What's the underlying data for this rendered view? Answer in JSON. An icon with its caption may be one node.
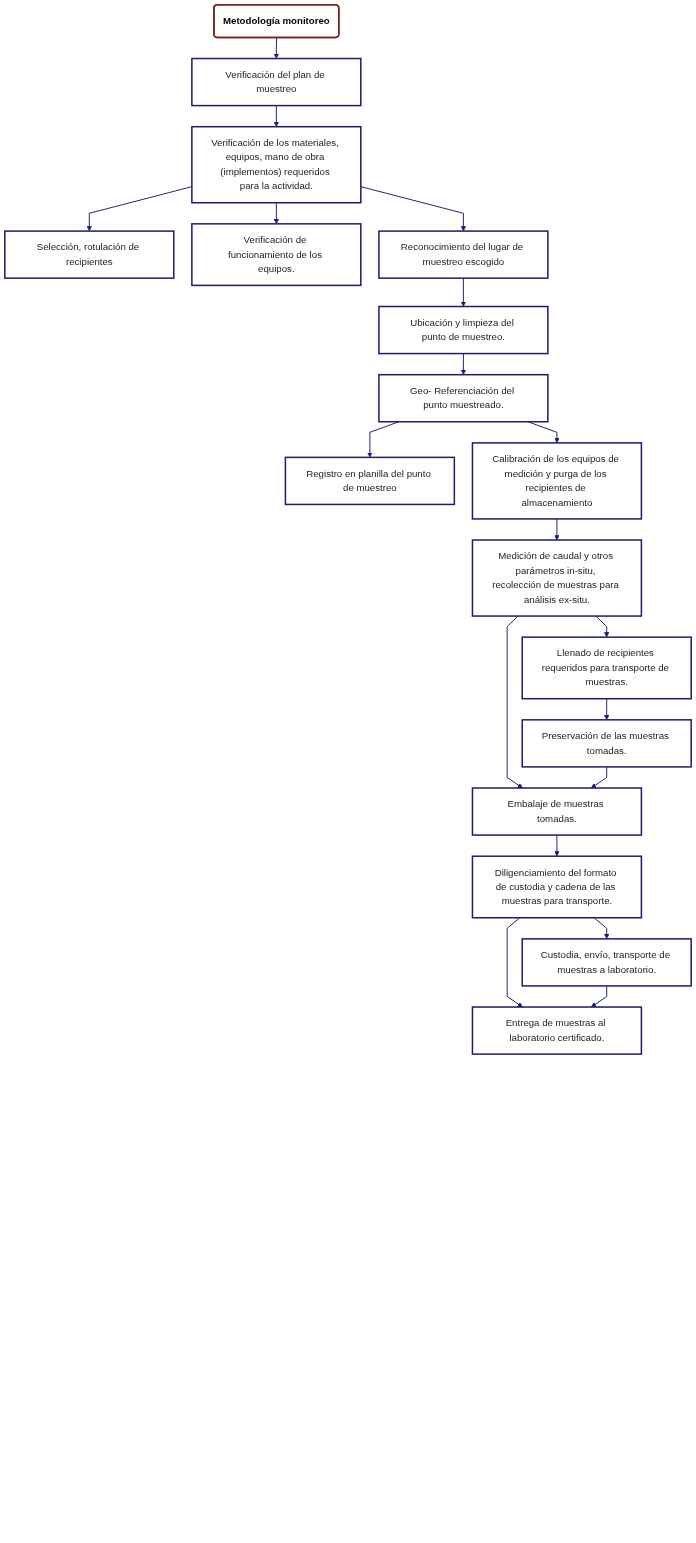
{
  "diagram": {
    "nodes": [
      {
        "text": [
          "Metodología monitoreo"
        ]
      },
      {
        "text": [
          "Verificación del plan de muestreo"
        ]
      },
      {
        "text": [
          "Selección, rotulación de recipientes"
        ]
      },
      {
        "text": [
          "Verificación de los materiales, equipos, mano de obra (implementos) requeridos para la actividad."
        ]
      },
      {
        "text": [
          "Verificación de funcionamiento de los equipos."
        ]
      },
      {
        "text": [
          "Reconocimiento del lugar de muestreo escogido"
        ]
      },
      {
        "text": [
          "Ubicación y limpieza del punto de muestreo."
        ]
      },
      {
        "text": [
          "Registro en planilla del punto de muestreo"
        ]
      },
      {
        "text": [
          "Geo- Referenciación del punto muestreado."
        ]
      },
      {
        "text": [
          "Calibración de los equipos de medición y purga de los recipientes de almacenamiento"
        ]
      },
      {
        "text": [
          "Llenado de recipientes requeridos para transporte de muestras."
        ]
      },
      {
        "text": [
          "Medición de caudal y otros parámetros in-situ, recolección de muestras para análisis ex-situ."
        ]
      },
      {
        "text": [
          "Preservación de las muestras tomadas."
        ]
      },
      {
        "text": [
          "Embalaje de muestras tomadas."
        ]
      },
      {
        "text": [
          "Custodia, envío, transporte de muestras a laboratorio."
        ]
      },
      {
        "text": [
          "Diligenciamiento del formato de custodia y cadena de las muestras para transporte."
        ]
      },
      {
        "text": [
          "Entrega de muestras al laboratorio certificado."
        ]
      }
    ],
    "edges": [
      {
        "from": 0,
        "to": 1,
        "arrow": "to"
      },
      {
        "from": 1,
        "to": 3,
        "arrow": "to"
      },
      {
        "from": 3,
        "to": 2,
        "arrow": "to"
      },
      {
        "from": 3,
        "to": 4,
        "arrow": "to"
      },
      {
        "from": 3,
        "to": 5,
        "arrow": "to"
      },
      {
        "from": 5,
        "to": 6,
        "arrow": "to"
      },
      {
        "from": 6,
        "to": 8,
        "arrow": "to"
      },
      {
        "from": 8,
        "to": 7,
        "arrow": "to"
      },
      {
        "from": 8,
        "to": 9,
        "arrow": "to"
      },
      {
        "from": 9,
        "to": 11,
        "arrow": "to"
      },
      {
        "from": 11,
        "to": 10,
        "arrow": "to"
      },
      {
        "from": 10,
        "to": 12,
        "arrow": "to"
      },
      {
        "from": 11,
        "to": 13,
        "arrow": "to"
      },
      {
        "from": 12,
        "to": 13,
        "arrow": "to"
      },
      {
        "from": 13,
        "to": 15,
        "arrow": "to"
      },
      {
        "from": 15,
        "to": 14,
        "arrow": "to"
      },
      {
        "from": 15,
        "to": 16,
        "arrow": "to"
      },
      {
        "from": 14,
        "to": 16,
        "arrow": "to"
      }
    ]
  }
}
